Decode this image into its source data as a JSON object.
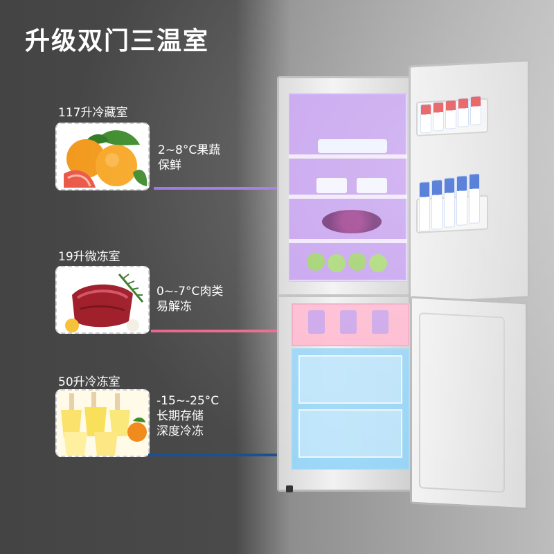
{
  "title": "升级双门三温室",
  "sections": [
    {
      "label": "117升冷藏室",
      "desc_line1": "2~8°C果蔬",
      "desc_line2": "保鲜",
      "color": "#9b6fe3"
    },
    {
      "label": "19升微冻室",
      "desc_line1": "0~-7°C肉类",
      "desc_line2": "易解冻",
      "color": "#e9648a"
    },
    {
      "label": "50升冷冻室",
      "desc_line1": "-15~-25°C",
      "desc_line2": "长期存储",
      "desc_line3": "深度冷冻",
      "color": "#1d4f94"
    }
  ],
  "icons": {
    "photo1": "orange-fruit-icon",
    "photo2": "raw-meat-icon",
    "photo3": "popsicle-icon"
  },
  "colors": {
    "background_dark": "#444444",
    "background_light": "#bdbdbd",
    "fridge_zone": "#b98ceb",
    "soft_freeze_zone": "#ffb6ce",
    "freezer_zone": "#8ed4fa"
  }
}
